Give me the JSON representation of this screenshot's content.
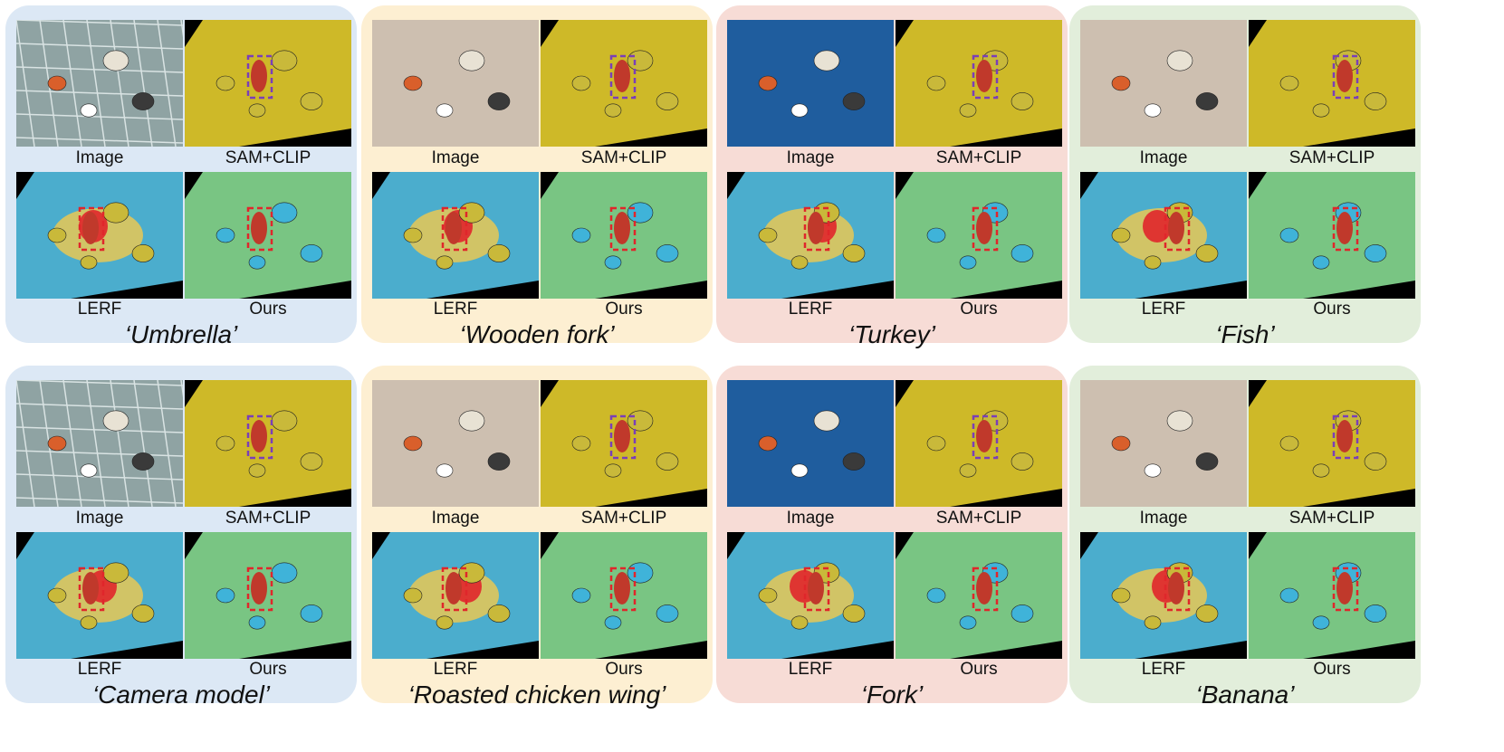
{
  "panel_colors": [
    "#dce8f5",
    "#fdefd2",
    "#f7dcd6",
    "#e2eedb"
  ],
  "label_names": [
    "Image",
    "SAM+CLIP",
    "LERF",
    "Ours"
  ],
  "groups": [
    {
      "query": "‘Umbrella’",
      "color": "#dce8f5",
      "scene": "grid",
      "labels": [
        "Image",
        "SAM+CLIP",
        "LERF",
        "Ours"
      ]
    },
    {
      "query": "‘Wooden fork’",
      "color": "#fdefd2",
      "scene": "table",
      "labels": [
        "Image",
        "SAM+CLIP",
        "LERF",
        "Ours"
      ]
    },
    {
      "query": "‘Turkey’",
      "color": "#f7dcd6",
      "scene": "blue",
      "labels": [
        "Image",
        "SAM+CLIP",
        "LERF",
        "Ours"
      ]
    },
    {
      "query": "‘Fish’",
      "color": "#e2eedb",
      "scene": "table",
      "labels": [
        "Image",
        "SAM+CLIP",
        "LERF",
        "Ours"
      ]
    },
    {
      "query": "‘Camera model’",
      "color": "#dce8f5",
      "scene": "grid",
      "labels": [
        "Image",
        "SAM+CLIP",
        "LERF",
        "Ours"
      ]
    },
    {
      "query": "‘Roasted chicken wing’",
      "color": "#fdefd2",
      "scene": "table",
      "labels": [
        "Image",
        "SAM+CLIP",
        "LERF",
        "Ours"
      ]
    },
    {
      "query": "‘Fork’",
      "color": "#f7dcd6",
      "scene": "blue",
      "labels": [
        "Image",
        "SAM+CLIP",
        "LERF",
        "Ours"
      ]
    },
    {
      "query": "‘Banana’",
      "color": "#e2eedb",
      "scene": "table",
      "labels": [
        "Image",
        "SAM+CLIP",
        "LERF",
        "Ours"
      ]
    }
  ],
  "tile_styles": {
    "image": {
      "grid": "#8fa3a3",
      "table": "#cdbfb0",
      "blue": "#1f5d9e"
    },
    "sam": "#d9c32a",
    "lerf": "#4fb6d8",
    "ours": "#7fd08a",
    "box_purple": "#7a3fb8",
    "box_red": "#e0262b"
  }
}
